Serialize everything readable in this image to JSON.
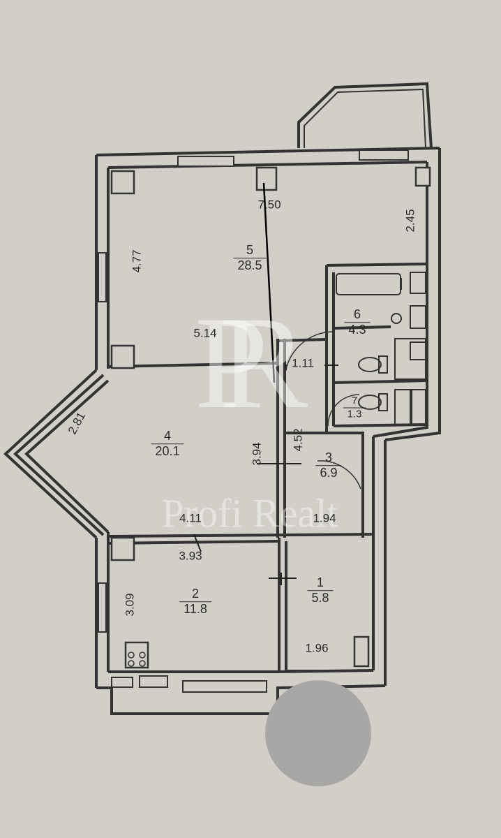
{
  "watermark": {
    "monogram": "PR",
    "brand": "Profi Realt"
  },
  "rooms": [
    {
      "number": "1",
      "area": "5.8"
    },
    {
      "number": "2",
      "area": "11.8"
    },
    {
      "number": "3",
      "area": "6.9"
    },
    {
      "number": "4",
      "area": "20.1"
    },
    {
      "number": "5",
      "area": "28.5"
    },
    {
      "number": "6",
      "area": "4.3"
    },
    {
      "number": "7",
      "area": "1.3"
    }
  ],
  "dimensions": {
    "top_width": "7.50",
    "left_height_5": "4.77",
    "right_height_5": "2.45",
    "room5_width": "5.14",
    "bay_side": "2.81",
    "room4_height": "3.94",
    "corridor_length": "4.52",
    "corridor_width": "1.11",
    "room4_width": "4.11",
    "room3_width": "1.94",
    "room2_width": "3.93",
    "room2_height": "3.09",
    "room1_width": "1.96"
  }
}
